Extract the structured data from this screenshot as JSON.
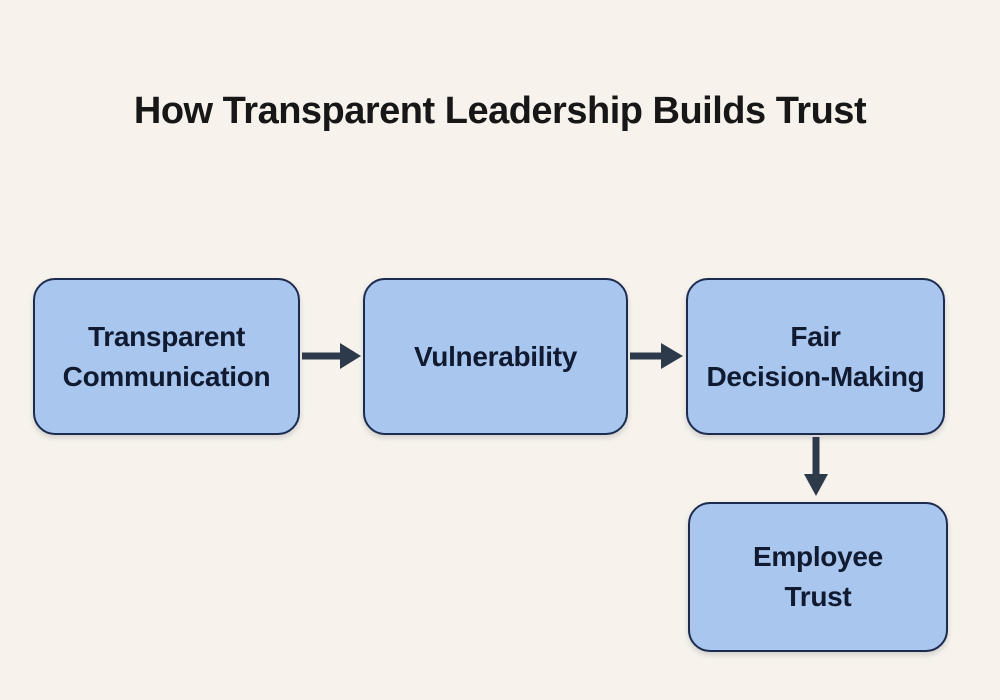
{
  "page": {
    "title": "How Transparent Leadership Builds Trust"
  },
  "theme": {
    "background_color": "#f7f3ec",
    "node_fill": "#a9c6ee",
    "node_border": "#1c2b4e",
    "arrow_color": "#2d3a4c",
    "node_text_color": "#101a30",
    "title_color": "#171717"
  },
  "diagram": {
    "type": "flowchart",
    "nodes": [
      {
        "id": "transparent-communication",
        "label": "Transparent\nCommunication"
      },
      {
        "id": "vulnerability",
        "label": "Vulnerability"
      },
      {
        "id": "fair-decision-making",
        "label": "Fair\nDecision-Making"
      },
      {
        "id": "employee-trust",
        "label": "Employee\nTrust"
      }
    ],
    "edges": [
      {
        "from": "transparent-communication",
        "to": "vulnerability",
        "direction": "right"
      },
      {
        "from": "vulnerability",
        "to": "fair-decision-making",
        "direction": "right"
      },
      {
        "from": "fair-decision-making",
        "to": "employee-trust",
        "direction": "down"
      }
    ]
  }
}
